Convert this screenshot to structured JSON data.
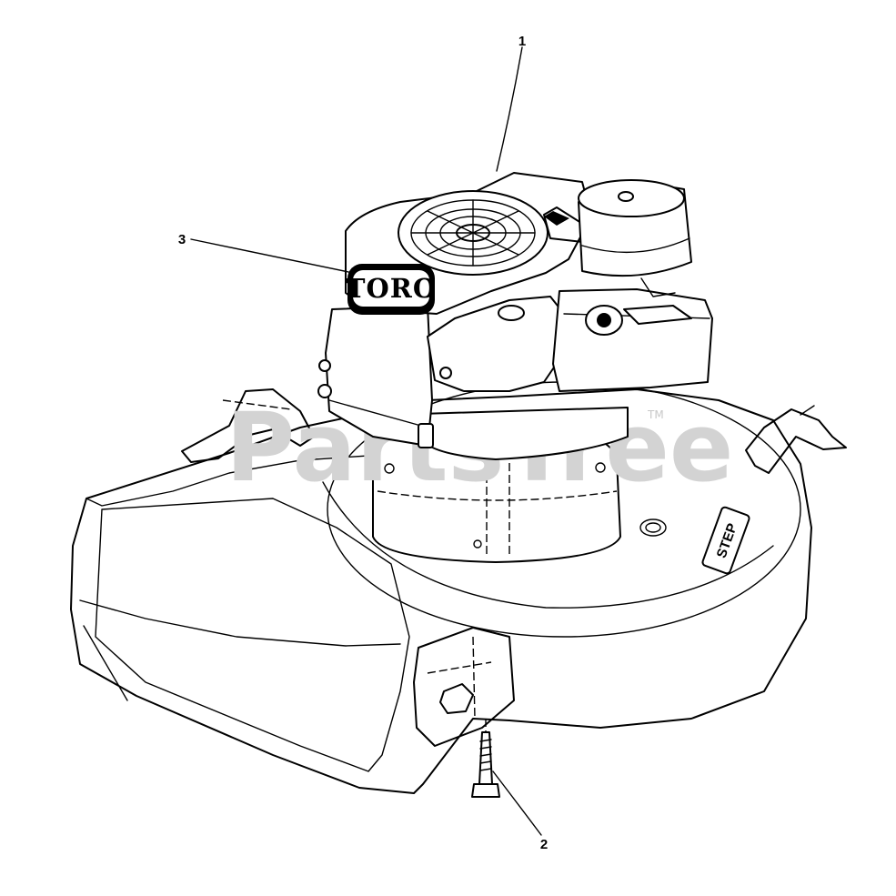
{
  "diagram": {
    "callouts": [
      {
        "number": "1"
      },
      {
        "number": "2"
      },
      {
        "number": "3"
      }
    ],
    "engine_brand": "TORO",
    "deck_badge": "STEP",
    "watermark": "PartsTree",
    "watermark_tm": "TM"
  }
}
